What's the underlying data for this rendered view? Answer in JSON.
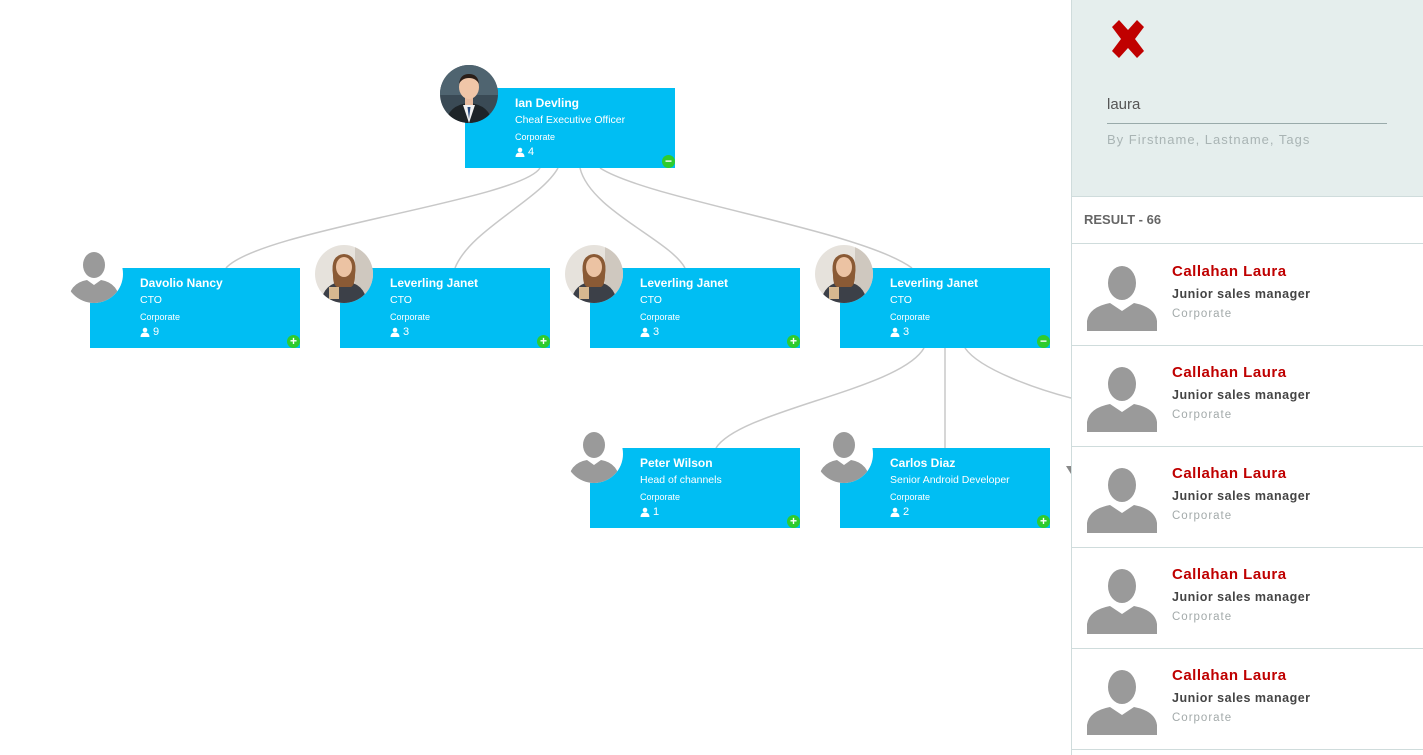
{
  "chart": {
    "nodes": [
      {
        "id": "ceo",
        "name": "Ian Devling",
        "title": "Cheaf Executive Officer",
        "dept": "Corporate",
        "count": "4",
        "toggle": "−",
        "photo": "man-suit-photo"
      },
      {
        "id": "n1",
        "name": "Davolio Nancy",
        "title": "CTO",
        "dept": "Corporate",
        "count": "9",
        "toggle": "+",
        "photo": "silhouette"
      },
      {
        "id": "n2",
        "name": "Leverling Janet",
        "title": "CTO",
        "dept": "Corporate",
        "count": "3",
        "toggle": "+",
        "photo": "woman-photo"
      },
      {
        "id": "n3",
        "name": "Leverling Janet",
        "title": "CTO",
        "dept": "Corporate",
        "count": "3",
        "toggle": "+",
        "photo": "woman-photo"
      },
      {
        "id": "n4",
        "name": "Leverling Janet",
        "title": "CTO",
        "dept": "Corporate",
        "count": "3",
        "toggle": "−",
        "photo": "woman-photo"
      },
      {
        "id": "n5",
        "name": "Peter Wilson",
        "title": "Head of channels",
        "dept": "Corporate",
        "count": "1",
        "toggle": "+",
        "photo": "silhouette"
      },
      {
        "id": "n6",
        "name": "Carlos Diaz",
        "title": "Senior Android Developer",
        "dept": "Corporate",
        "count": "2",
        "toggle": "+",
        "photo": "silhouette"
      }
    ]
  },
  "search": {
    "value": "laura",
    "hint": "By Firstname, Lastname, Tags",
    "result_label": "RESULT - 66",
    "close_icon": "close-x-icon",
    "close_color": "#c00000"
  },
  "results": [
    {
      "name": "Callahan Laura",
      "title": "Junior sales manager",
      "dept": "Corporate"
    },
    {
      "name": "Callahan Laura",
      "title": "Junior sales manager",
      "dept": "Corporate"
    },
    {
      "name": "Callahan Laura",
      "title": "Junior sales manager",
      "dept": "Corporate"
    },
    {
      "name": "Callahan Laura",
      "title": "Junior sales manager",
      "dept": "Corporate"
    },
    {
      "name": "Callahan Laura",
      "title": "Junior sales manager",
      "dept": "Corporate"
    }
  ],
  "colors": {
    "node": "#00bef3",
    "toggle": "#2ecc2e",
    "result_name": "#bf0000",
    "panel_bg": "#e5eeed"
  }
}
